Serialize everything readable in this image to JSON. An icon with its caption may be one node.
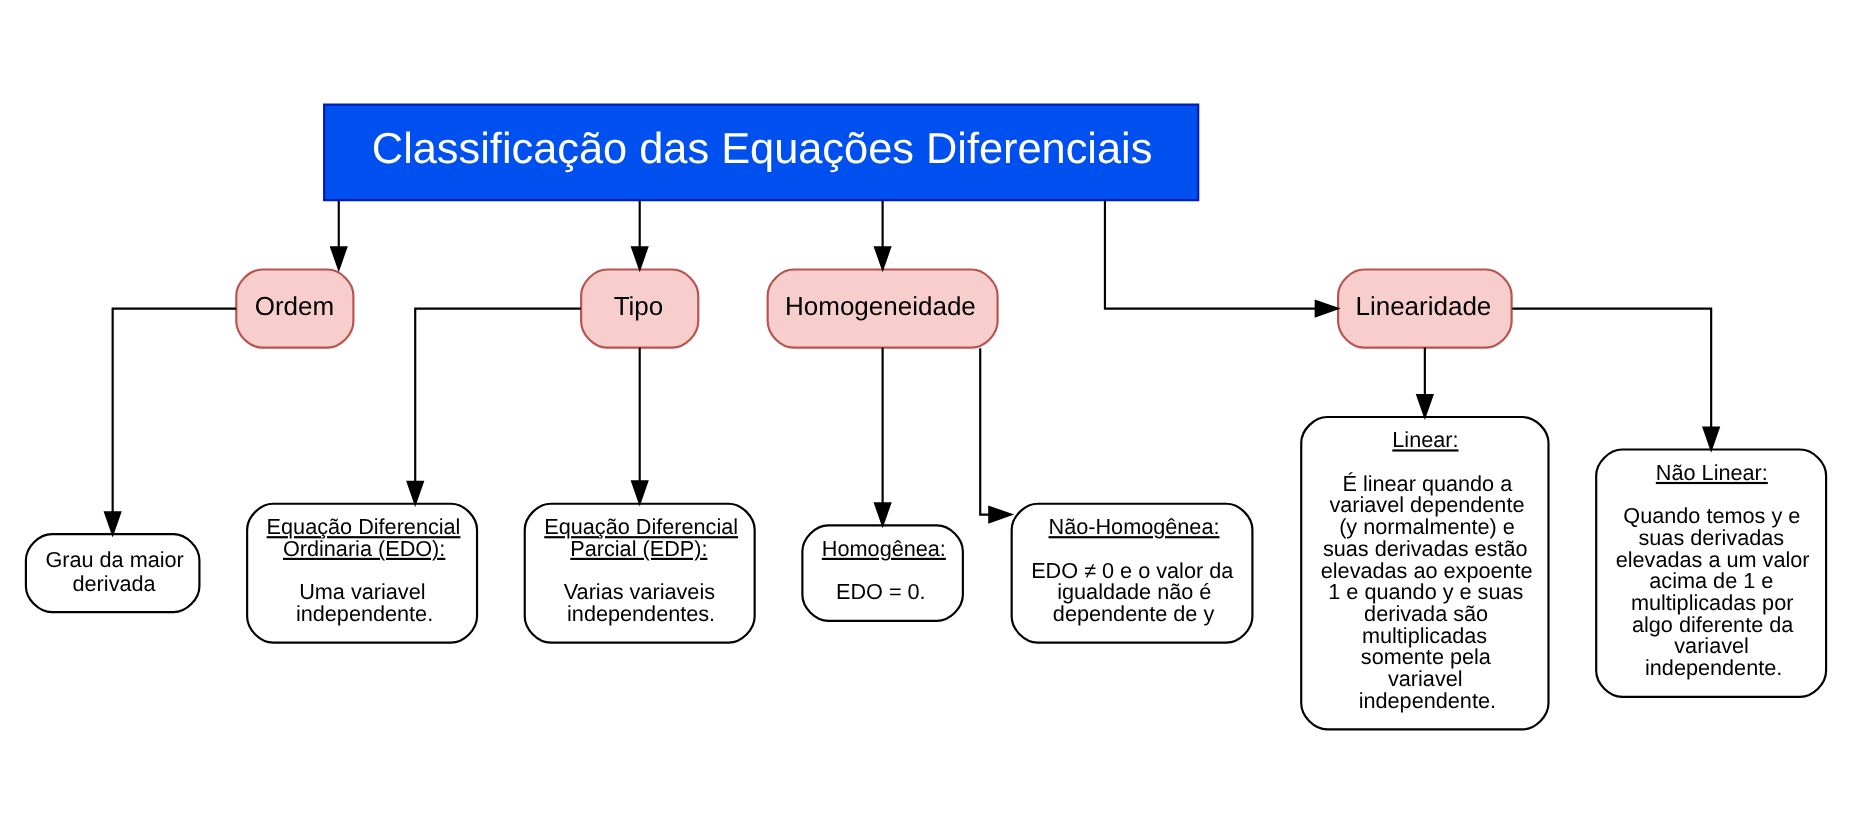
{
  "diagram": {
    "nodes": [
      {
        "text": [
          "Classificação das Equações Diferenciais"
        ]
      },
      {
        "text": [
          "Ordem"
        ]
      },
      {
        "text": [
          "Tipo"
        ]
      },
      {
        "text": [
          "Homogeneidade"
        ]
      },
      {
        "text": [
          "Linearidade"
        ]
      },
      {
        "text": [
          "Grau da maior derivada"
        ]
      },
      {
        "text": [
          "Equação Diferencial Ordinaria (EDO):",
          "Uma variavel independente."
        ]
      },
      {
        "text": [
          "Equação Diferencial Parcial (EDP):",
          "Varias variaveis independentes."
        ]
      },
      {
        "text": [
          "Homogênea:",
          "EDO = 0."
        ]
      },
      {
        "text": [
          "Não-Homogênea:",
          "EDO ≠ 0 e o valor da igualdade não é dependente de y"
        ]
      },
      {
        "text": [
          "Linear:",
          "É linear quando a variavel dependente (y normalmente) e suas derivadas estão elevadas ao expoente 1 e quando y e suas derivada são multiplicadas somente pela variavel independente."
        ]
      },
      {
        "text": [
          "Não Linear:",
          "Quando temos y e suas derivadas elevadas a um valor acima de 1 e multiplicadas por algo diferente da variavel independente."
        ]
      }
    ],
    "edges": [
      {
        "from": 0,
        "to": 1,
        "arrow": "to"
      },
      {
        "from": 0,
        "to": 2,
        "arrow": "to"
      },
      {
        "from": 0,
        "to": 3,
        "arrow": "to"
      },
      {
        "from": 0,
        "to": 4,
        "arrow": "to"
      },
      {
        "from": 1,
        "to": 5,
        "arrow": "to"
      },
      {
        "from": 2,
        "to": 6,
        "arrow": "to"
      },
      {
        "from": 2,
        "to": 7,
        "arrow": "to"
      },
      {
        "from": 3,
        "to": 8,
        "arrow": "to"
      },
      {
        "from": 3,
        "to": 9,
        "arrow": "to"
      },
      {
        "from": 4,
        "to": 10,
        "arrow": "to"
      },
      {
        "from": 4,
        "to": 11,
        "arrow": "to"
      }
    ]
  }
}
